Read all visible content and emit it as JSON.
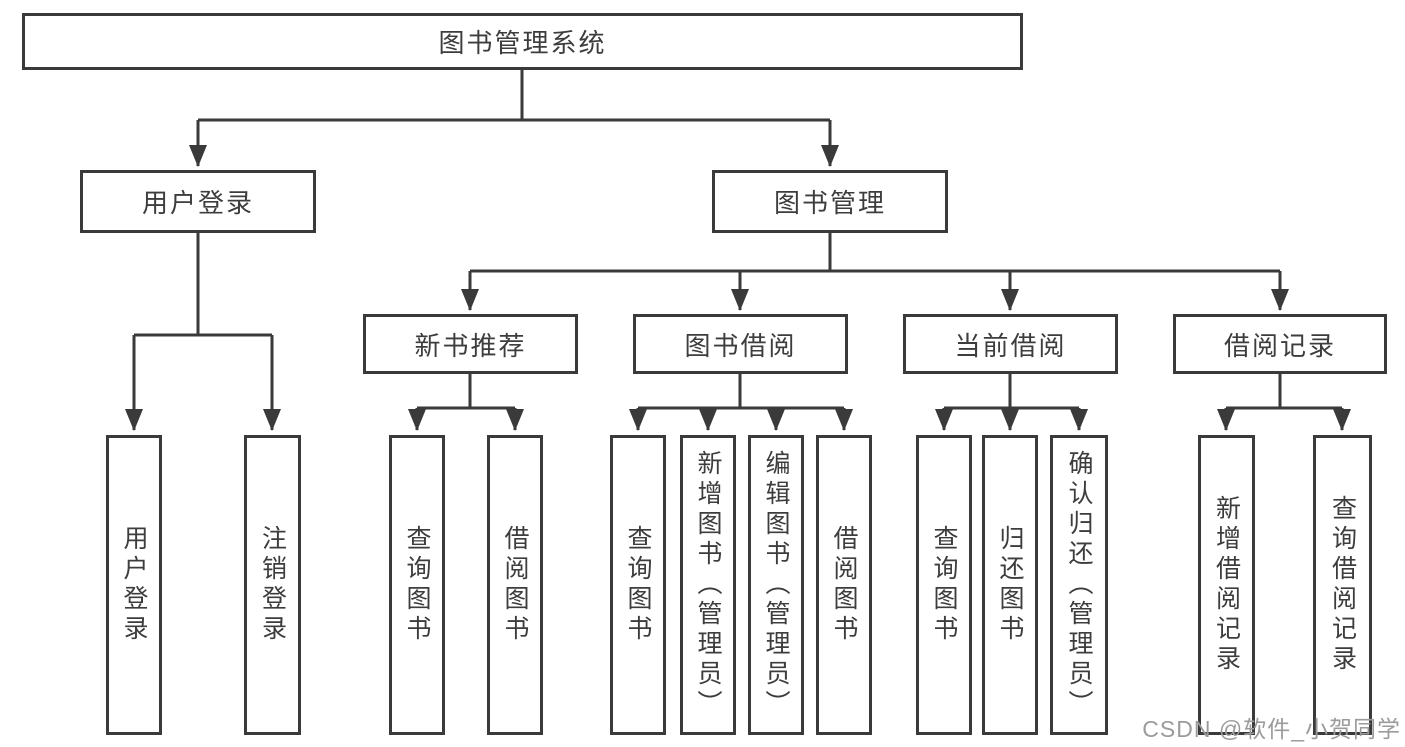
{
  "tree": {
    "label": "图书管理系统",
    "children": [
      {
        "label": "用户登录",
        "children": [
          {
            "label": "用户登录"
          },
          {
            "label": "注销登录"
          }
        ]
      },
      {
        "label": "图书管理",
        "children": [
          {
            "label": "新书推荐",
            "children": [
              {
                "label": "查询图书"
              },
              {
                "label": "借阅图书"
              }
            ]
          },
          {
            "label": "图书借阅",
            "children": [
              {
                "label": "查询图书"
              },
              {
                "label": "新增图书（管理员）"
              },
              {
                "label": "编辑图书（管理员）"
              },
              {
                "label": "借阅图书"
              }
            ]
          },
          {
            "label": "当前借阅",
            "children": [
              {
                "label": "查询图书"
              },
              {
                "label": "归还图书"
              },
              {
                "label": "确认归还（管理员）"
              }
            ]
          },
          {
            "label": "借阅记录",
            "children": [
              {
                "label": "新增借阅记录"
              },
              {
                "label": "查询借阅记录"
              }
            ]
          }
        ]
      }
    ]
  },
  "watermark": "CSDN @软件_小贺同学",
  "colors": {
    "line": "#3a3a3a",
    "text": "#3d3d3d",
    "watermark": "#9b9b9b",
    "background": "#ffffff"
  }
}
